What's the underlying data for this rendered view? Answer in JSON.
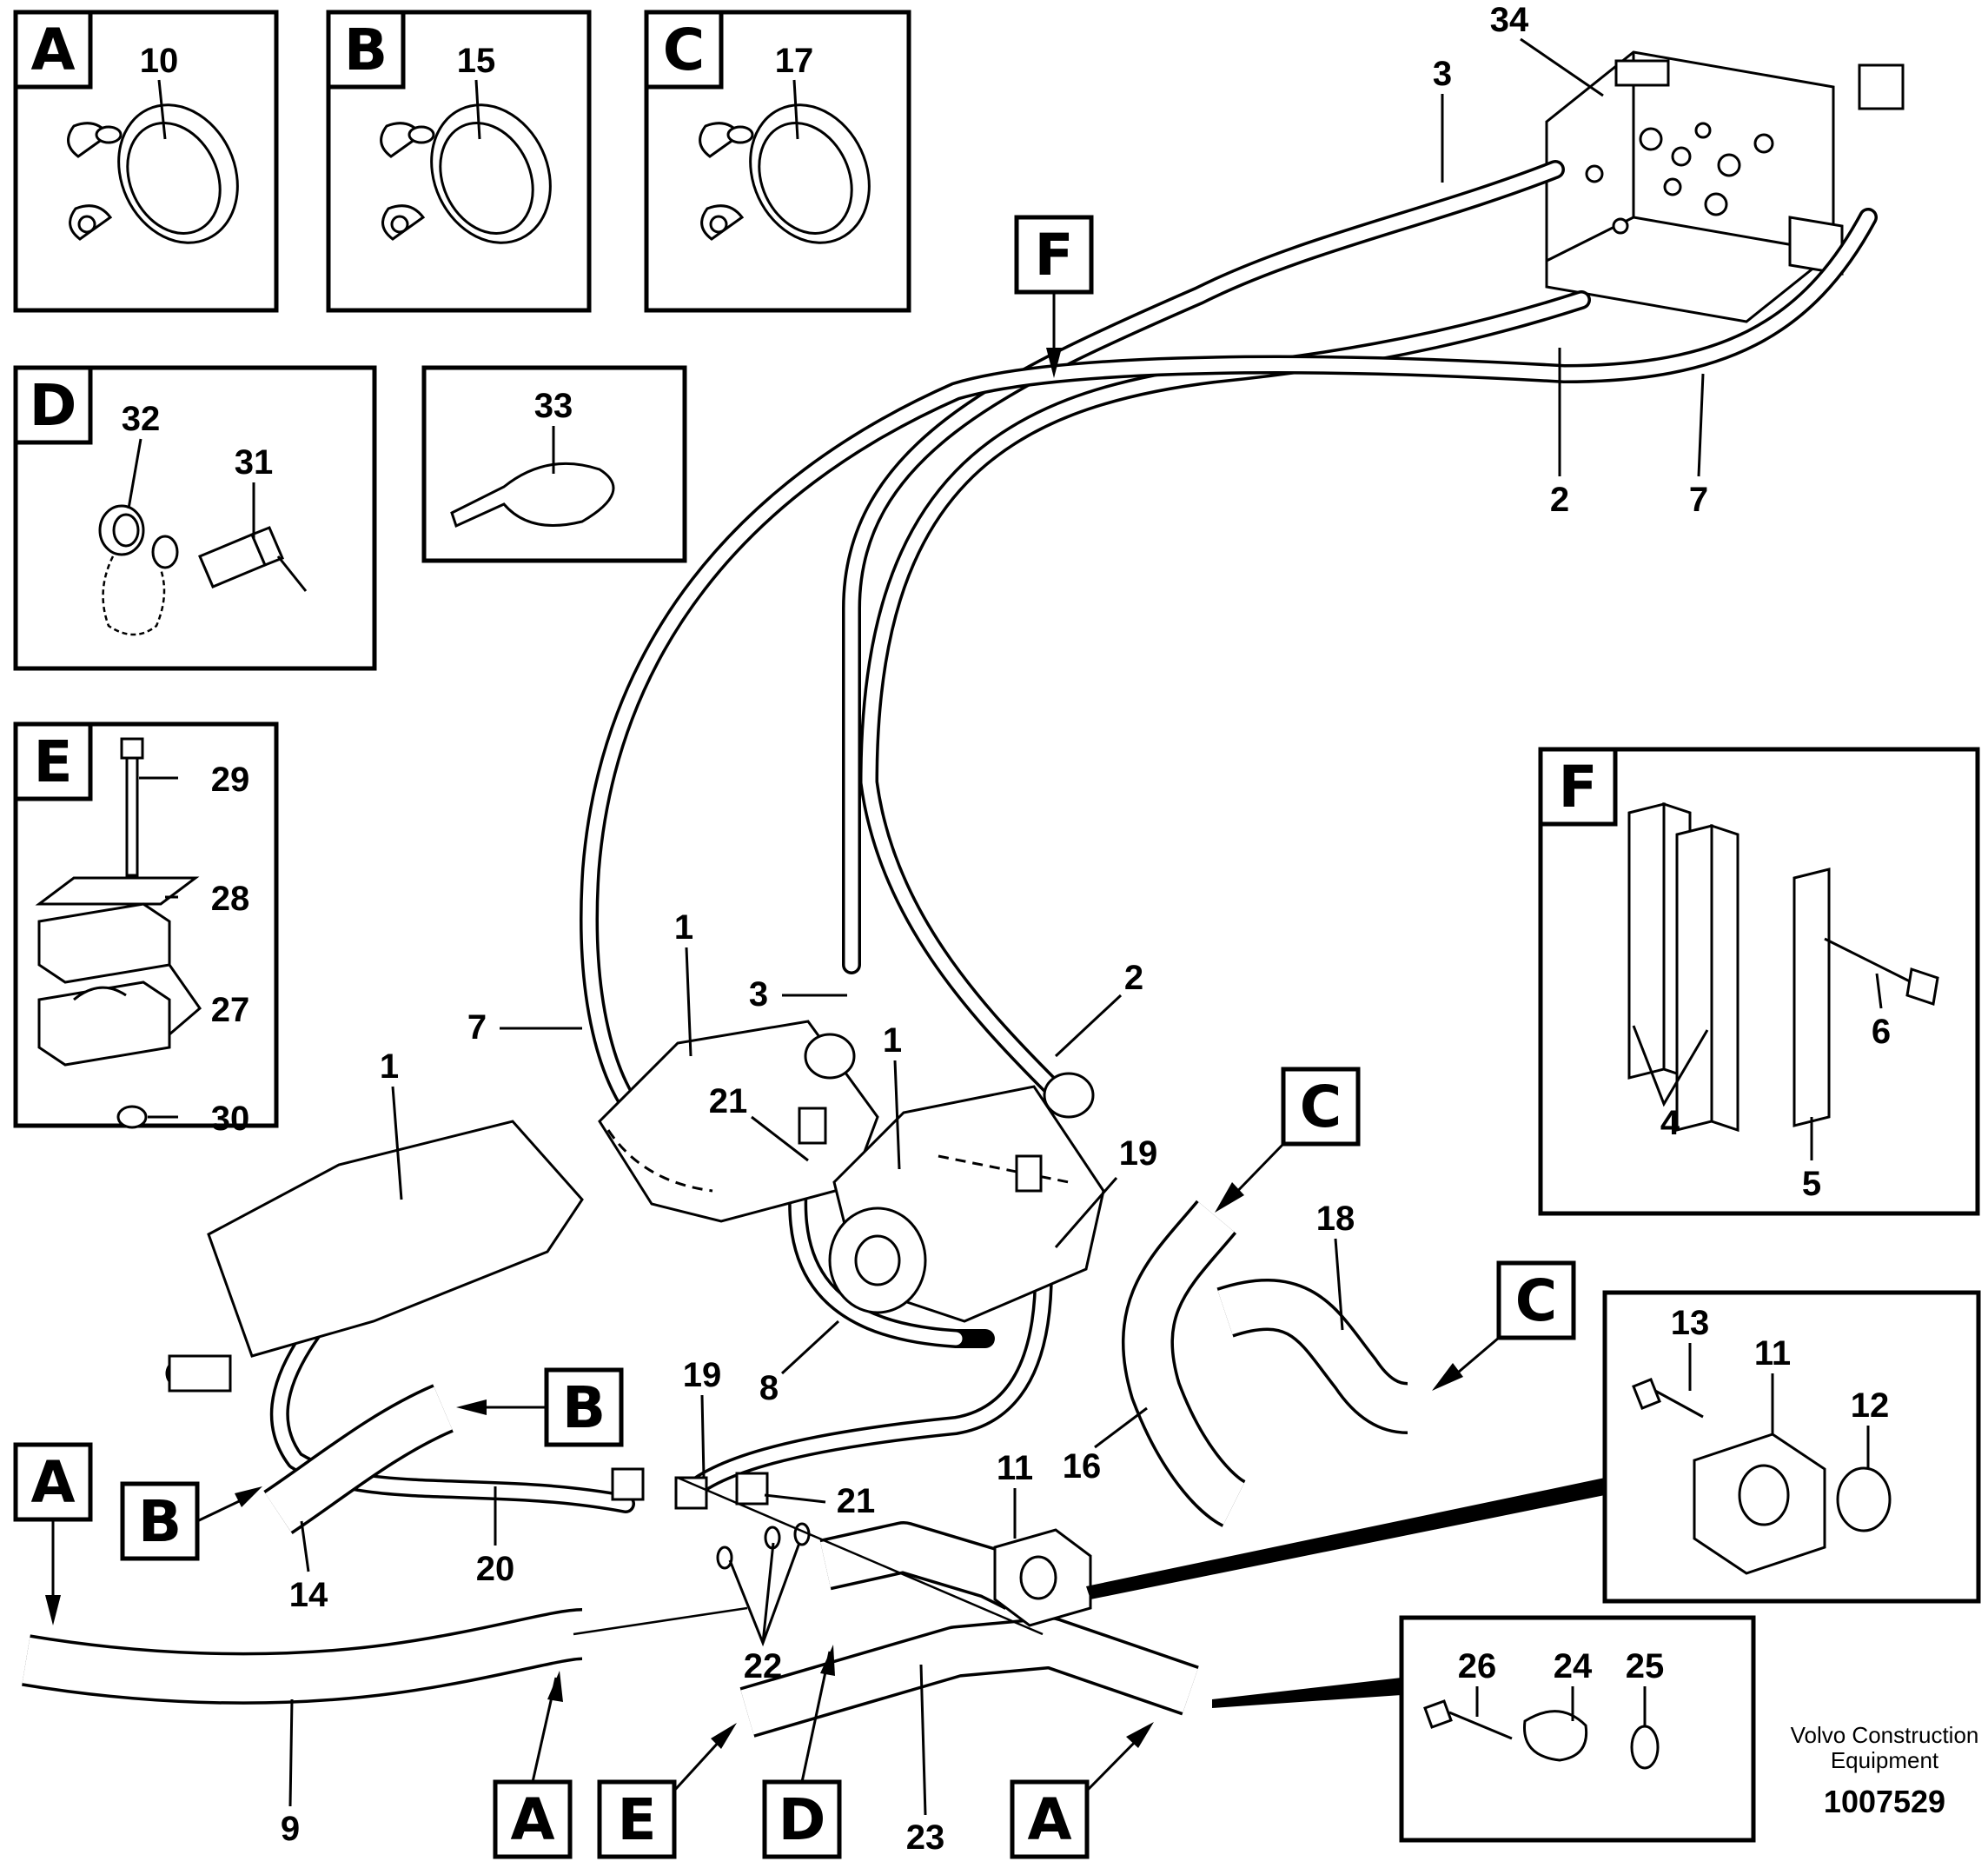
{
  "callouts": {
    "n1a": "1",
    "n1b": "1",
    "n1c": "1",
    "n2a": "2",
    "n2b": "2",
    "n3a": "3",
    "n3b": "3",
    "n4": "4",
    "n5": "5",
    "n6": "6",
    "n7a": "7",
    "n7b": "7",
    "n8": "8",
    "n9": "9",
    "n10": "10",
    "n11a": "11",
    "n11b": "11",
    "n12": "12",
    "n13": "13",
    "n14": "14",
    "n15": "15",
    "n16": "16",
    "n17": "17",
    "n18": "18",
    "n19a": "19",
    "n19b": "19",
    "n20": "20",
    "n21a": "21",
    "n21b": "21",
    "n22": "22",
    "n23": "23",
    "n24": "24",
    "n25": "25",
    "n26": "26",
    "n27": "27",
    "n28": "28",
    "n29": "29",
    "n30": "30",
    "n31": "31",
    "n32": "32",
    "n33": "33",
    "n34": "34"
  },
  "detail_boxes": {
    "a": "A",
    "b": "B",
    "c": "C",
    "d": "D",
    "e": "E",
    "f": "F"
  },
  "reference_tags": {
    "a1": "A",
    "a2": "A",
    "a3": "A",
    "b1": "B",
    "b2": "B",
    "c1": "C",
    "c2": "C",
    "d1": "D",
    "e1": "E",
    "f1": "F"
  },
  "footer": {
    "manufacturer_line1": "Volvo Construction",
    "manufacturer_line2": "Equipment",
    "drawing_number": "1007529"
  }
}
